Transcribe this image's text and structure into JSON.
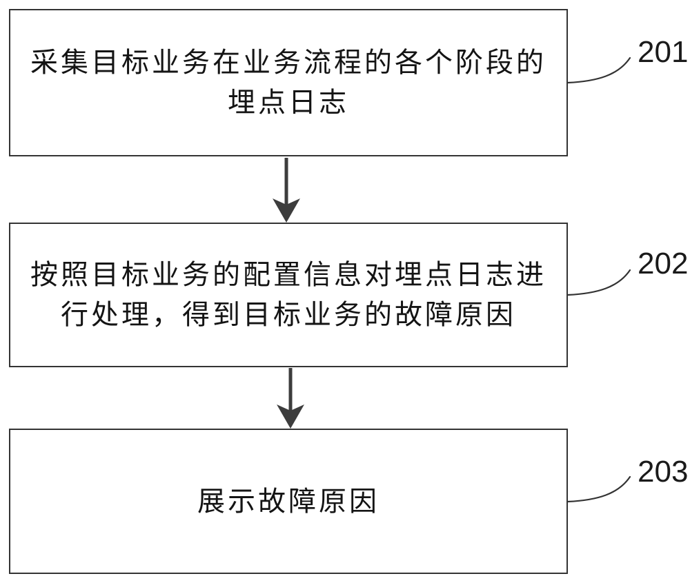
{
  "figure": {
    "colors": {
      "background": "#ffffff",
      "border": "#333333",
      "arrow": "#3d3d3d",
      "text": "#141414",
      "label": "#1a1a1a"
    },
    "steps": [
      {
        "label": "201",
        "line1": "采集目标业务在业务流程的各个阶段的",
        "line2": "埋点日志"
      },
      {
        "label": "202",
        "line1": "按照目标业务的配置信息对埋点日志进",
        "line2": "行处理，得到目标业务的故障原因"
      },
      {
        "label": "203",
        "line1": "展示故障原因"
      }
    ]
  }
}
